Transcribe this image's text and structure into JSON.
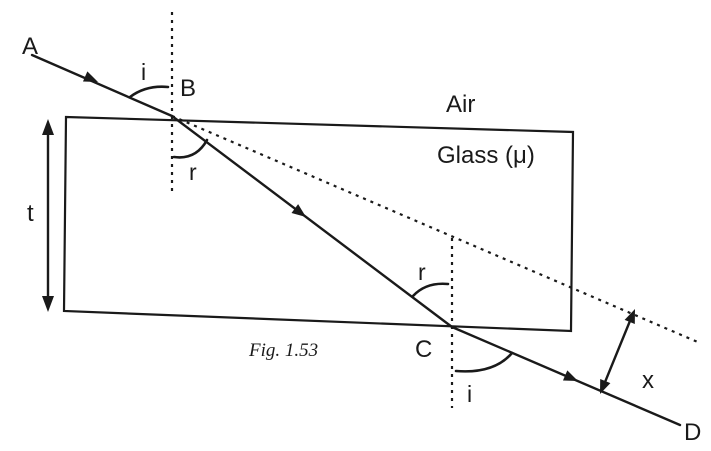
{
  "labels": {
    "point_a": "A",
    "point_b": "B",
    "point_c": "C",
    "point_d": "D",
    "angle_incidence_top": "i",
    "angle_refraction_top": "r",
    "angle_refraction_bottom": "r",
    "angle_emergence_bottom": "i",
    "medium_air": "Air",
    "medium_glass": "Glass (μ)",
    "thickness": "t",
    "lateral_shift": "x",
    "figure_caption": "Fig. 1.53"
  }
}
